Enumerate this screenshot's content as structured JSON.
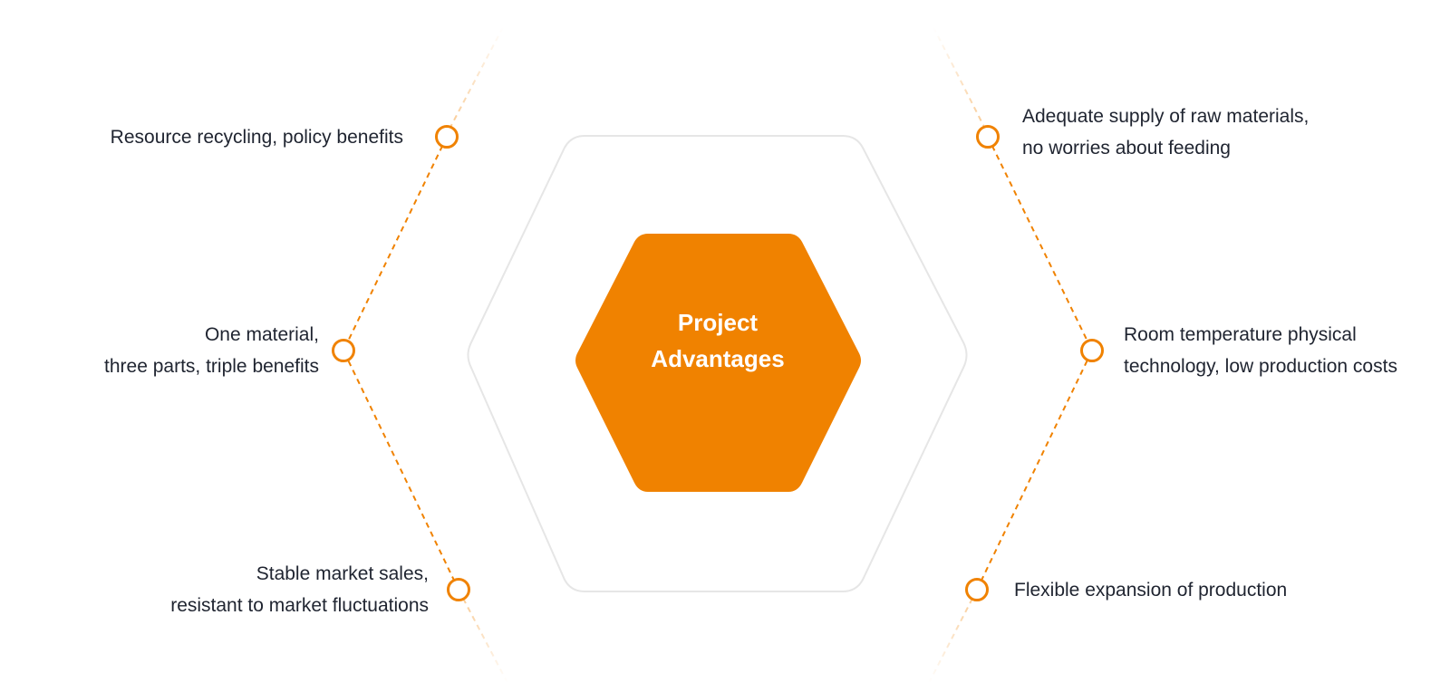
{
  "colors": {
    "accent": "#f08200",
    "accent_light": "#f7c07a",
    "outline": "#e6e6e6",
    "text": "#1f2430",
    "center_text": "#ffffff"
  },
  "center": {
    "title_line1": "Project",
    "title_line2": "Advantages"
  },
  "advantages_left": [
    {
      "line1": "Resource recycling, policy benefits",
      "line2": ""
    },
    {
      "line1": "One material,",
      "line2": "three parts, triple benefits"
    },
    {
      "line1": "Stable market sales,",
      "line2": "resistant to market fluctuations"
    }
  ],
  "advantages_right": [
    {
      "line1": "Adequate supply of raw materials,",
      "line2": "no worries about feeding"
    },
    {
      "line1": "Room temperature physical",
      "line2": "technology, low production costs"
    },
    {
      "line1": "Flexible expansion of production",
      "line2": ""
    }
  ]
}
